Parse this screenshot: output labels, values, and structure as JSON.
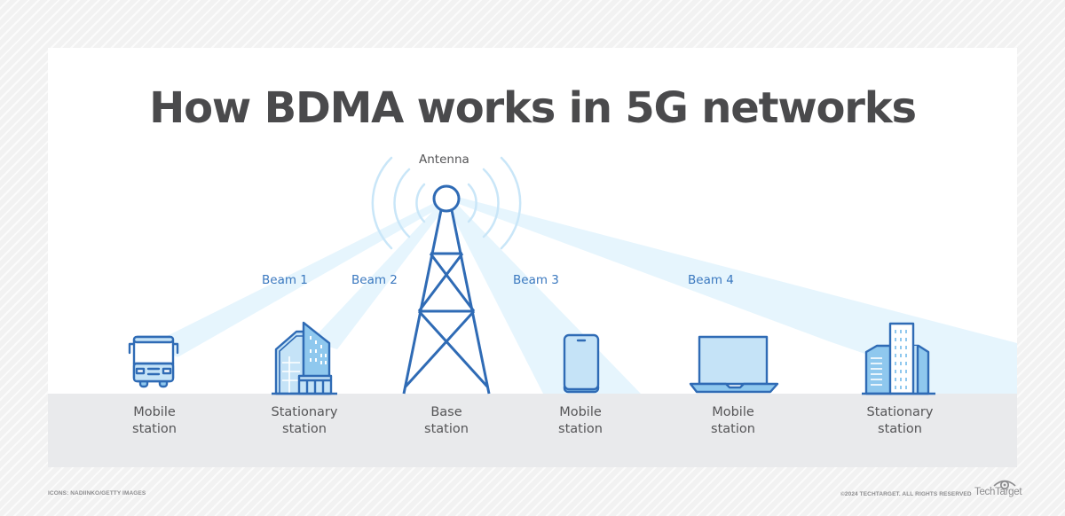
{
  "title": "How BDMA works in 5G networks",
  "antenna_label": "Antenna",
  "beams": [
    {
      "label": "Beam 1"
    },
    {
      "label": "Beam 2"
    },
    {
      "label": "Beam 3"
    },
    {
      "label": "Beam 4"
    }
  ],
  "stations": [
    {
      "icon": "bus-icon",
      "line1": "Mobile",
      "line2": "station"
    },
    {
      "icon": "office-building-icon",
      "line1": "Stationary",
      "line2": "station"
    },
    {
      "icon": "cell-tower-icon",
      "line1": "Base",
      "line2": "station"
    },
    {
      "icon": "smartphone-icon",
      "line1": "Mobile",
      "line2": "station"
    },
    {
      "icon": "laptop-icon",
      "line1": "Mobile",
      "line2": "station"
    },
    {
      "icon": "skyscraper-icon",
      "line1": "Stationary",
      "line2": "station"
    }
  ],
  "colors": {
    "stroke_blue": "#2f6bb5",
    "fill_light_blue": "#c5e3f7",
    "fill_mid_blue": "#8fc8ee",
    "beam_blue": "#e6f5fd",
    "signal_arc": "#c9e6f8",
    "title_gray": "#4a4a4c",
    "ground_gray": "#e9eaec"
  },
  "footer": {
    "credit_left": "ICONS: NADIINKO/GETTY IMAGES",
    "credit_right": "©2024 TECHTARGET. ALL RIGHTS RESERVED",
    "brand": "TechTarget"
  }
}
